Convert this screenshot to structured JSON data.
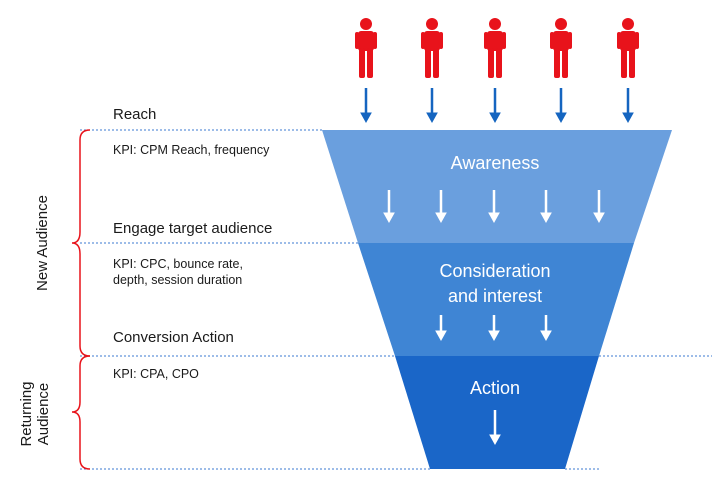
{
  "labels": {
    "reach": "Reach",
    "kpi_reach": "KPI: CPM Reach, frequency",
    "engage": "Engage target audience",
    "kpi_engage_line1": "KPI: CPC, bounce rate,",
    "kpi_engage_line2": "depth, session duration",
    "conversion": "Conversion Action",
    "kpi_conversion": "KPI: CPA, CPO"
  },
  "stages": {
    "awareness": "Awareness",
    "consideration_line1": "Consideration",
    "consideration_line2": "and interest",
    "action": "Action"
  },
  "audiences": {
    "new_audience": "New Audience",
    "returning_line1": "Returning",
    "returning_line2": "Audience"
  },
  "colors": {
    "person": "#e8131b",
    "arrow_blue": "#1565c0",
    "awareness": "#6a9fde",
    "consideration": "#3f85d4",
    "action": "#1a66c8",
    "bracket": "#e8131b",
    "dotted_line": "#3b78d0"
  }
}
